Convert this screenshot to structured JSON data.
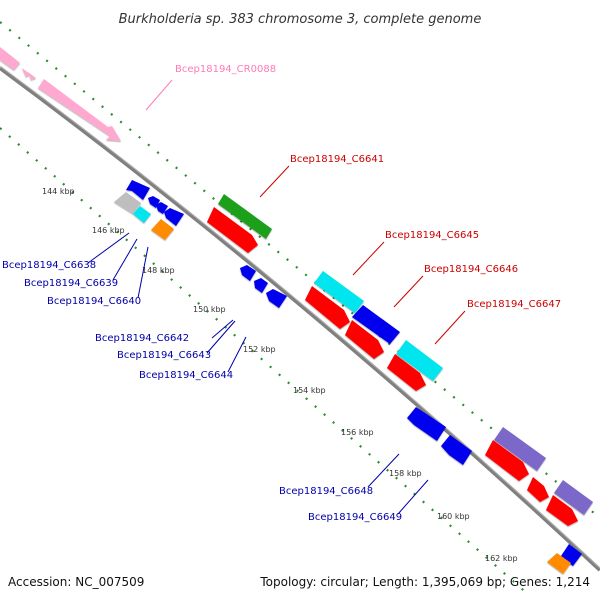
{
  "title": "Burkholderia sp. 383 chromosome 3, complete genome",
  "footer": {
    "accession": "Accession: NC_007509",
    "summary": "Topology: circular; Length: 1,395,069 bp; Genes: 1,214"
  },
  "ticks": [
    "144 kbp",
    "146 kbp",
    "148 kbp",
    "150 kbp",
    "152 kbp",
    "154 kbp",
    "156 kbp",
    "158 kbp",
    "160 kbp",
    "162 kbp"
  ],
  "labels": {
    "CR0088": "Bcep18194_CR0088",
    "C6641": "Bcep18194_C6641",
    "C6645": "Bcep18194_C6645",
    "C6646": "Bcep18194_C6646",
    "C6647": "Bcep18194_C6647",
    "C6638": "Bcep18194_C6638",
    "C6639": "Bcep18194_C6639",
    "C6640": "Bcep18194_C6640",
    "C6642": "Bcep18194_C6642",
    "C6643": "Bcep18194_C6643",
    "C6644": "Bcep18194_C6644",
    "C6648": "Bcep18194_C6648",
    "C6649": "Bcep18194_C6649"
  },
  "colors": {
    "backbone": "#808080",
    "tick_dots": "#2e8b2e",
    "rRNA_label": "#ff7ab8",
    "fwd_label": "#cc0000",
    "rev_label": "#0000aa",
    "cds_red": "#ff0000",
    "cds_blue": "#0000ee",
    "cds_cyan": "#00e5ee",
    "cds_green": "#1ea01e",
    "cds_pink": "#ffa8d0",
    "cds_purple": "#7b68c8",
    "cds_gray": "#bebebe",
    "cds_orange": "#ff8c00"
  }
}
